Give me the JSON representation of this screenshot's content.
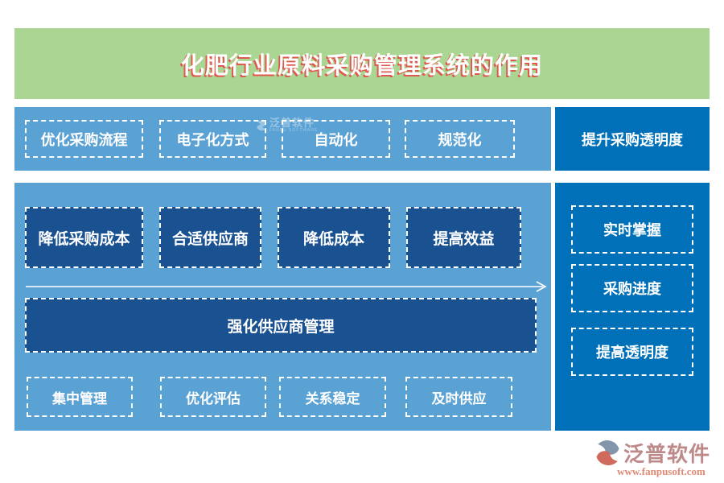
{
  "title": "化肥行业原料采购管理系统的作用",
  "section1": {
    "items": [
      "优化采购流程",
      "电子化方式",
      "自动化",
      "规范化"
    ],
    "watermark": {
      "brand": "泛普软件",
      "sub": "FANPU SOFTWARE"
    }
  },
  "side1": {
    "label": "提升采购透明度"
  },
  "section2": {
    "benefits": [
      "降低采购成本",
      "合适供应商",
      "降低成本",
      "提高效益"
    ],
    "bar_label": "强化供应商管理",
    "supplier": [
      "集中管理",
      "优化评估",
      "关系稳定",
      "及时供应"
    ]
  },
  "side2": {
    "items": [
      "实时掌握",
      "采购进度",
      "提高透明度"
    ]
  },
  "footer": {
    "brand": "泛普软件",
    "url": "www.fanpusoft.com"
  },
  "colors": {
    "banner_green": "#abd592",
    "light_blue": "#5ba2d4",
    "panel_blue": "#0070b8",
    "navy_box": "#1a5191",
    "title_shadow_red": "#df5a4e",
    "brand_text": "#bd8a89",
    "url_text": "#e08a76"
  }
}
